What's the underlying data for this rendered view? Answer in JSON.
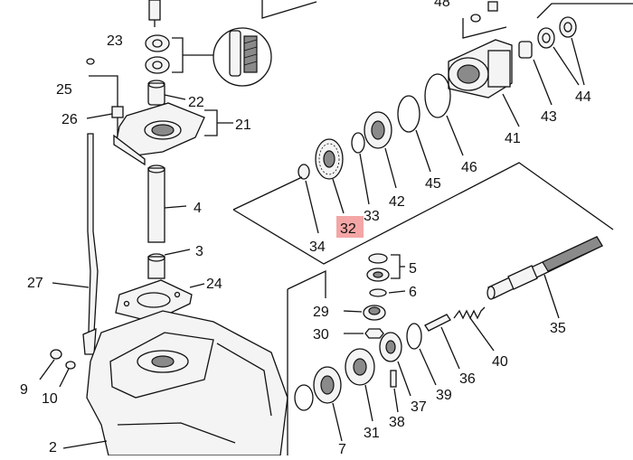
{
  "diagram": {
    "highlight_color": "#f4a6a6",
    "callouts": [
      {
        "id": "c48",
        "label": "48"
      },
      {
        "id": "c23",
        "label": "23"
      },
      {
        "id": "c25",
        "label": "25"
      },
      {
        "id": "c22",
        "label": "22"
      },
      {
        "id": "c26",
        "label": "26"
      },
      {
        "id": "c21",
        "label": "21"
      },
      {
        "id": "c44",
        "label": "44"
      },
      {
        "id": "c43",
        "label": "43"
      },
      {
        "id": "c41",
        "label": "41"
      },
      {
        "id": "c46",
        "label": "46"
      },
      {
        "id": "c45",
        "label": "45"
      },
      {
        "id": "c42",
        "label": "42"
      },
      {
        "id": "c33",
        "label": "33"
      },
      {
        "id": "c32",
        "label": "32",
        "highlighted": true
      },
      {
        "id": "c34",
        "label": "34"
      },
      {
        "id": "c4",
        "label": "4"
      },
      {
        "id": "c3",
        "label": "3"
      },
      {
        "id": "c27",
        "label": "27"
      },
      {
        "id": "c24",
        "label": "24"
      },
      {
        "id": "c5",
        "label": "5"
      },
      {
        "id": "c6",
        "label": "6"
      },
      {
        "id": "c29",
        "label": "29"
      },
      {
        "id": "c30",
        "label": "30"
      },
      {
        "id": "c35",
        "label": "35"
      },
      {
        "id": "c40",
        "label": "40"
      },
      {
        "id": "c9",
        "label": "9"
      },
      {
        "id": "c10",
        "label": "10"
      },
      {
        "id": "c36",
        "label": "36"
      },
      {
        "id": "c39",
        "label": "39"
      },
      {
        "id": "c37",
        "label": "37"
      },
      {
        "id": "c38",
        "label": "38"
      },
      {
        "id": "c31",
        "label": "31"
      },
      {
        "id": "c7",
        "label": "7"
      },
      {
        "id": "c2",
        "label": "2"
      }
    ]
  }
}
